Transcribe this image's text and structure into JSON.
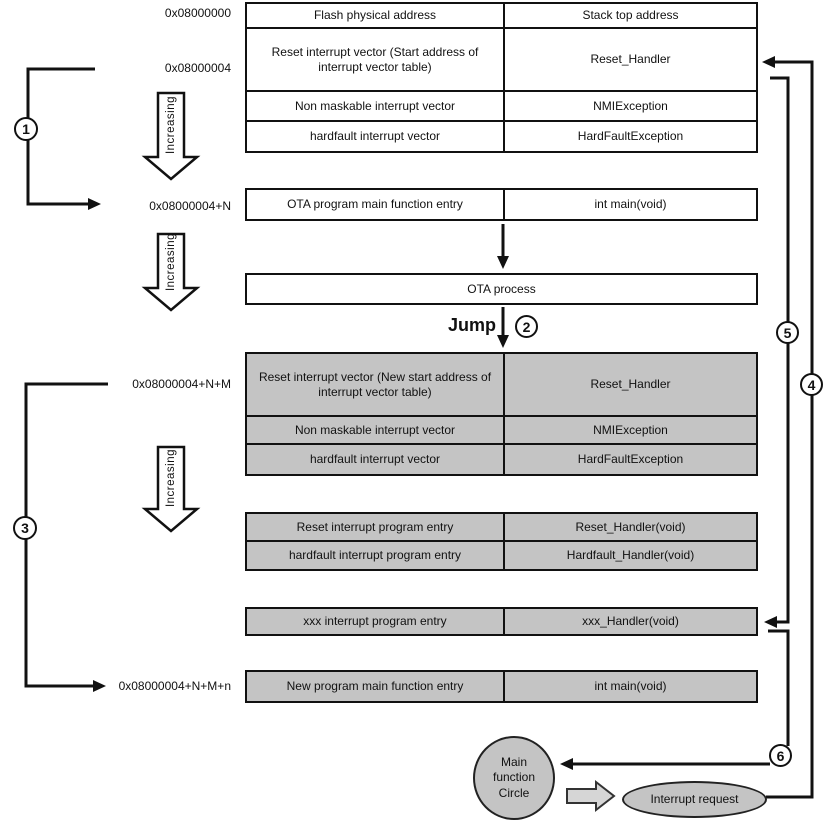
{
  "addresses": [
    "0x08000000",
    "0x08000004",
    "0x08000004+N",
    "0x08000004+N+M",
    "0x08000004+N+M+n"
  ],
  "step_numbers": [
    "1",
    "2",
    "3",
    "4",
    "5",
    "6"
  ],
  "labels": {
    "increasing": "Increasing",
    "jump": "Jump",
    "ota_process": "OTA process",
    "main_function_circle": "Main function Circle",
    "interrupt_request": "Interrupt request"
  },
  "tables": {
    "boot_vector_table": {
      "rows": [
        {
          "left": "Flash physical address",
          "right": "Stack top address"
        },
        {
          "left": "Reset interrupt vector (Start address of interrupt vector table)",
          "right": "Reset_Handler"
        },
        {
          "left": "Non maskable interrupt vector",
          "right": "NMIException"
        },
        {
          "left": "hardfault interrupt vector",
          "right": "HardFaultException"
        }
      ]
    },
    "ota_entry": {
      "rows": [
        {
          "left": "OTA program main function entry",
          "right": "int main(void)"
        }
      ]
    },
    "new_vector_table": {
      "rows": [
        {
          "left": "Reset interrupt vector (New start address of interrupt vector table)",
          "right": "Reset_Handler"
        },
        {
          "left": "Non maskable interrupt vector",
          "right": "NMIException"
        },
        {
          "left": "hardfault interrupt vector",
          "right": "HardFaultException"
        }
      ]
    },
    "program_entries": {
      "rows": [
        {
          "left": "Reset interrupt program entry",
          "right": "Reset_Handler(void)"
        },
        {
          "left": "hardfault interrupt program entry",
          "right": "Hardfault_Handler(void)"
        }
      ]
    },
    "xxx_entry": {
      "rows": [
        {
          "left": "xxx interrupt program entry",
          "right": "xxx_Handler(void)"
        }
      ]
    },
    "new_main_entry": {
      "rows": [
        {
          "left": "New program main function entry",
          "right": "int main(void)"
        }
      ]
    }
  },
  "colors": {
    "row_gray": "#c4c4c4",
    "line": "#111111",
    "block_arrow_fill": "#d6d6d6"
  }
}
